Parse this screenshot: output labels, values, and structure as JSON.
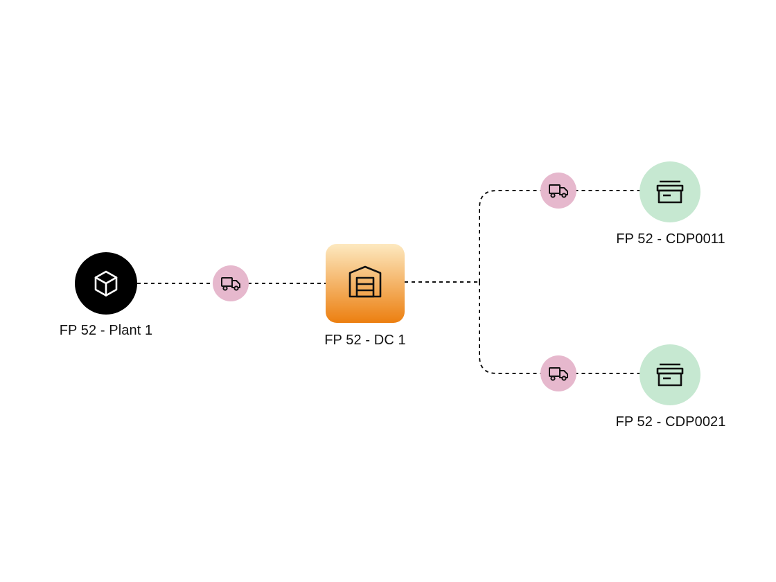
{
  "nodes": {
    "plant": {
      "label": "FP 52 - Plant 1",
      "icon": "cube-icon",
      "color": "#000000"
    },
    "dc": {
      "label": "FP 52 - DC 1",
      "icon": "warehouse-icon",
      "gradient_top": "#fde9c0",
      "gradient_bottom": "#ec7f10"
    },
    "store1": {
      "label": "FP 52 - CDP0011",
      "icon": "store-icon",
      "color": "#c6e8d1"
    },
    "store2": {
      "label": "FP 52 - CDP0021",
      "icon": "store-icon",
      "color": "#c6e8d1"
    }
  },
  "transport": {
    "icon": "truck-icon",
    "color": "#e6b8cd"
  },
  "edges": [
    {
      "from": "plant",
      "to": "dc",
      "style": "dashed"
    },
    {
      "from": "dc",
      "to": "store1",
      "style": "dashed"
    },
    {
      "from": "dc",
      "to": "store2",
      "style": "dashed"
    }
  ]
}
